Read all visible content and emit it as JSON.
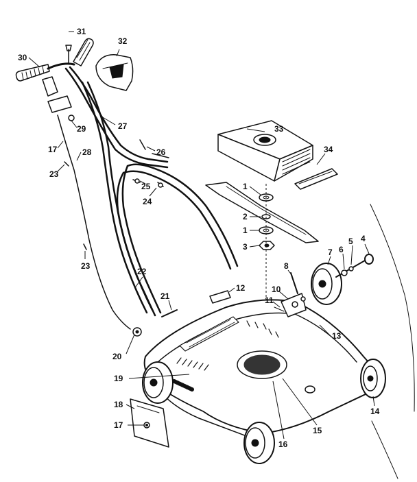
{
  "diagram": {
    "parts": [
      {
        "id": "p31",
        "label": "31"
      },
      {
        "id": "p32",
        "label": "32"
      },
      {
        "id": "p30",
        "label": "30"
      },
      {
        "id": "p29",
        "label": "29"
      },
      {
        "id": "p27",
        "label": "27"
      },
      {
        "id": "p17a",
        "label": "17"
      },
      {
        "id": "p28",
        "label": "28"
      },
      {
        "id": "p26",
        "label": "26"
      },
      {
        "id": "p23a",
        "label": "23"
      },
      {
        "id": "p25",
        "label": "25"
      },
      {
        "id": "p24",
        "label": "24"
      },
      {
        "id": "p23b",
        "label": "23"
      },
      {
        "id": "p33",
        "label": "33"
      },
      {
        "id": "p34",
        "label": "34"
      },
      {
        "id": "p1a",
        "label": "1"
      },
      {
        "id": "p2",
        "label": "2"
      },
      {
        "id": "p1b",
        "label": "1"
      },
      {
        "id": "p3",
        "label": "3"
      },
      {
        "id": "p4",
        "label": "4"
      },
      {
        "id": "p5",
        "label": "5"
      },
      {
        "id": "p6",
        "label": "6"
      },
      {
        "id": "p7",
        "label": "7"
      },
      {
        "id": "p8",
        "label": "8"
      },
      {
        "id": "p10",
        "label": "10"
      },
      {
        "id": "p11",
        "label": "11"
      },
      {
        "id": "p22",
        "label": "22"
      },
      {
        "id": "p12",
        "label": "12"
      },
      {
        "id": "p21",
        "label": "21"
      },
      {
        "id": "p13",
        "label": "13"
      },
      {
        "id": "p20",
        "label": "20"
      },
      {
        "id": "p19",
        "label": "19"
      },
      {
        "id": "p18",
        "label": "18"
      },
      {
        "id": "p17b",
        "label": "17"
      },
      {
        "id": "p14",
        "label": "14"
      },
      {
        "id": "p15",
        "label": "15"
      },
      {
        "id": "p16",
        "label": "16"
      }
    ]
  }
}
